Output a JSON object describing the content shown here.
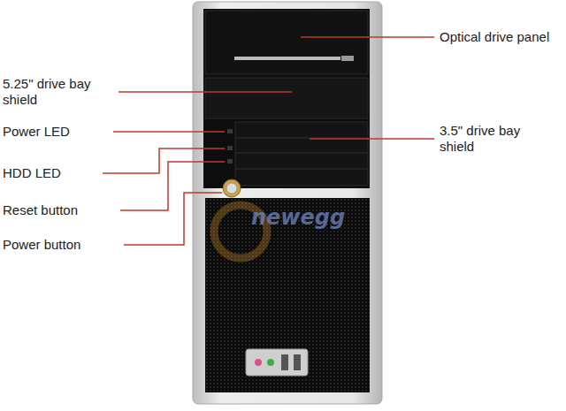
{
  "diagram": {
    "labels": [
      "Optical drive panel",
      "5.25\" drive bay shield",
      "Power LED",
      "3.5\" drive bay shield",
      "HDD LED",
      "Reset button",
      "newegg",
      "Power button"
    ]
  }
}
